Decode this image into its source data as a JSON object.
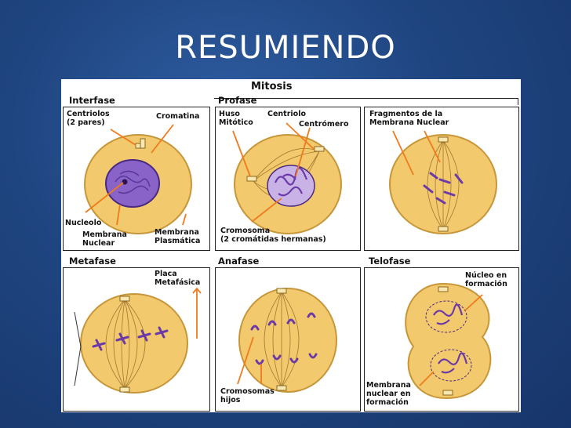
{
  "title": "RESUMIENDO",
  "figure": {
    "header": "Mitosis",
    "phases": {
      "interfase": "Interfase",
      "profase": "Profase",
      "metafase": "Metafase",
      "anafase": "Anafase",
      "telofase": "Telofase"
    },
    "labels": {
      "centriolos": "Centriolos\n(2 pares)",
      "cromatina": "Cromatina",
      "nucleolo": "Nucleolo",
      "membrana_nuclear": "Membrana\nNuclear",
      "membrana_plasmatica": "Membrana\nPlasmática",
      "huso": "Huso\nMitótico",
      "centriolo": "Centriolo",
      "centromero": "Centrómero",
      "cromosoma": "Cromosoma\n(2 cromátidas hermanas)",
      "fragmentos": "Fragmentos de la\nMembrana Nuclear",
      "placa": "Placa\nMetafásica",
      "cromosomas_hijos": "Cromosomas\nhijos",
      "nucleo_formacion": "Núcleo en\nformación",
      "membrana_formacion": "Membrana\nnuclear en\nformación"
    },
    "colors": {
      "cell_fill": "#f3c96d",
      "cell_edge": "#c8963a",
      "chromosome": "#6b3aa8",
      "nucleus": "#8a63c8",
      "arrow": "#f07a1c"
    }
  }
}
